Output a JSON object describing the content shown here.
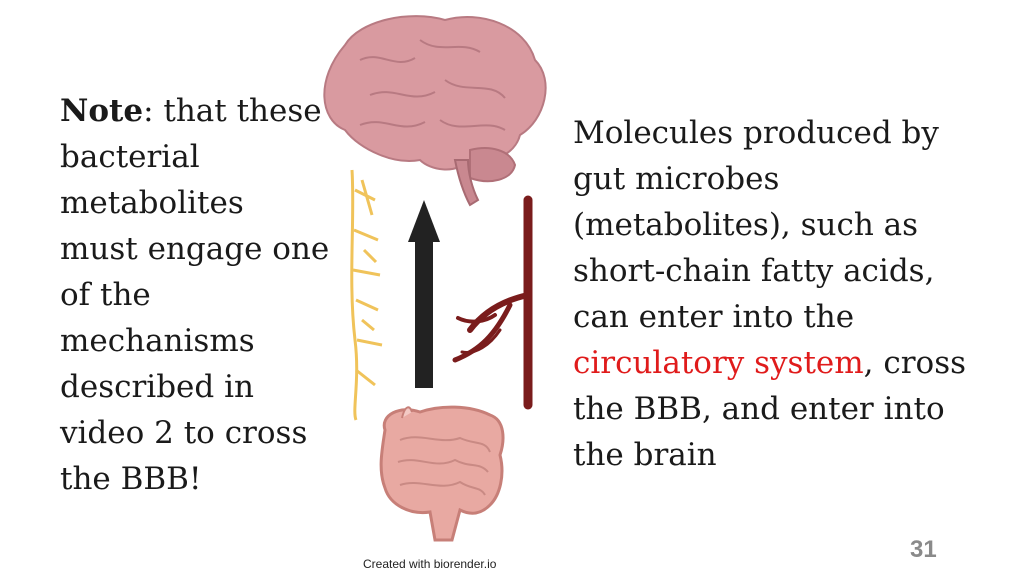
{
  "left_note": {
    "bold": "Note",
    "rest": ": that these bacterial metabolites must engage one of the mechanisms described in video 2 to cross the BBB!"
  },
  "right_text": {
    "part1": "Molecules produced by gut microbes (metabolites), such as short-chain fatty acids, can enter into the ",
    "highlight": "circulatory system",
    "part2": ", cross the BBB, and enter into the brain"
  },
  "credit": "Created with biorender.io",
  "page_number": "31",
  "colors": {
    "highlight": "#e01b1b",
    "brain": "#d99aa0",
    "nerve": "#f0c35a",
    "vessel": "#7a1c1c",
    "arrow": "#222222",
    "gut": "#e8a9a2"
  },
  "icons": [
    "brain-illustration",
    "nerve-illustration",
    "upward-arrow-icon",
    "blood-vessel-illustration",
    "gut-illustration"
  ]
}
